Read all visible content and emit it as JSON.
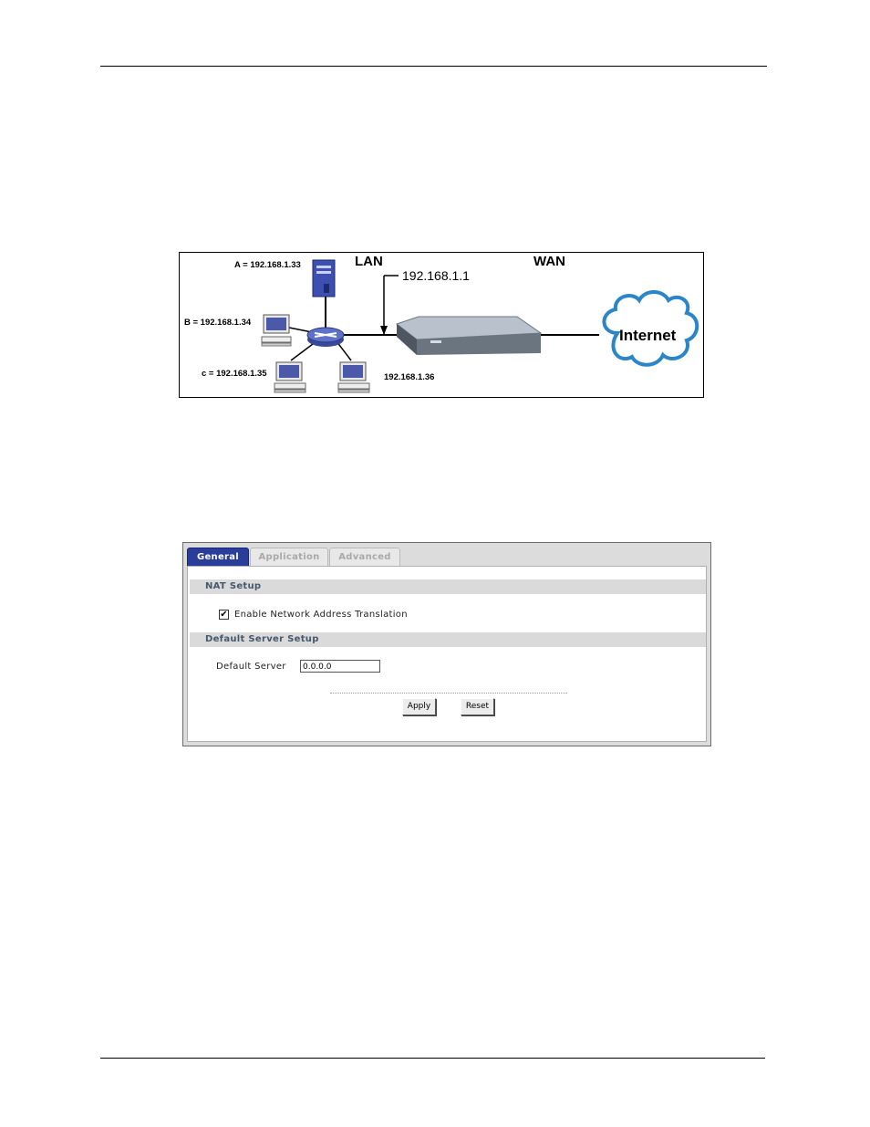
{
  "diagram": {
    "host_a": "A = 192.168.1.33",
    "host_b": "B = 192.168.1.34",
    "host_c": "c = 192.168.1.35",
    "host_d": "192.168.1.36",
    "lan_label": "LAN",
    "wan_label": "WAN",
    "router_ip": "192.168.1.1",
    "internet_label": "Internet"
  },
  "nat_ui": {
    "tabs": [
      {
        "label": "General",
        "active": true
      },
      {
        "label": "Application",
        "active": false
      },
      {
        "label": "Advanced",
        "active": false
      }
    ],
    "nat_setup": {
      "heading": "NAT Setup",
      "enable_label": "Enable Network Address Translation",
      "enable_checked": true,
      "check_glyph": "✔"
    },
    "default_server_setup": {
      "heading": "Default Server Setup",
      "server_label": "Default Server",
      "server_value": "0.0.0.0"
    },
    "buttons": {
      "apply": "Apply",
      "reset": "Reset"
    }
  }
}
